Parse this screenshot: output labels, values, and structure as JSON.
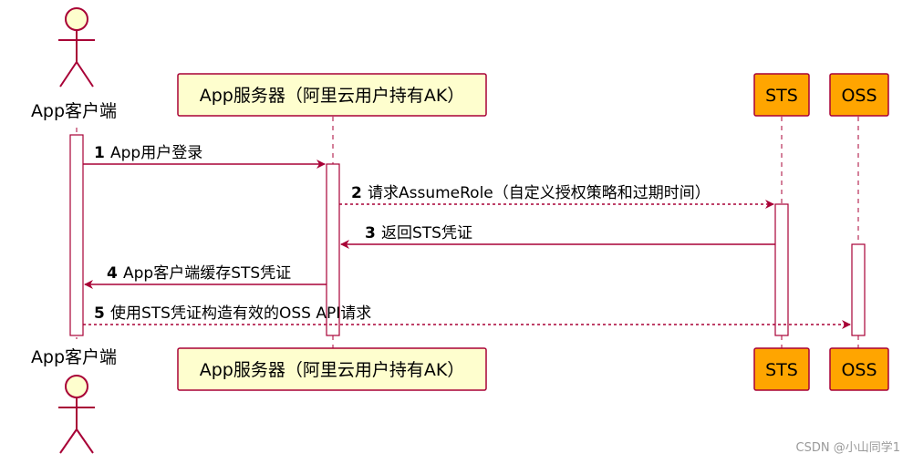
{
  "participants": [
    {
      "id": "client",
      "label": "App客户端",
      "kind": "actor"
    },
    {
      "id": "server",
      "label": "App服务器（阿里云用户持有AK）",
      "kind": "box",
      "fill": "#fefece",
      "stroke": "#a80036"
    },
    {
      "id": "sts",
      "label": "STS",
      "kind": "box",
      "fill": "#ffa500",
      "stroke": "#a80036"
    },
    {
      "id": "oss",
      "label": "OSS",
      "kind": "box",
      "fill": "#ffa500",
      "stroke": "#a80036"
    }
  ],
  "messages": [
    {
      "num": "1",
      "text": "App用户登录",
      "from": "client",
      "to": "server",
      "style": "solid"
    },
    {
      "num": "2",
      "text": "请求AssumeRole（自定义授权策略和过期时间）",
      "from": "server",
      "to": "sts",
      "style": "dashed"
    },
    {
      "num": "3",
      "text": "返回STS凭证",
      "from": "sts",
      "to": "server",
      "style": "solid"
    },
    {
      "num": "4",
      "text": "App客户端缓存STS凭证",
      "from": "server",
      "to": "client",
      "style": "solid"
    },
    {
      "num": "5",
      "text": "使用STS凭证构造有效的OSS API请求",
      "from": "client",
      "to": "oss",
      "style": "dashed"
    }
  ],
  "watermark": "CSDN @小山同学1",
  "colors": {
    "line": "#a80036",
    "actor_fill": "#fefece",
    "box_fill": "#fefece",
    "service_fill": "#ffa500",
    "lifeline": "#a80036"
  }
}
